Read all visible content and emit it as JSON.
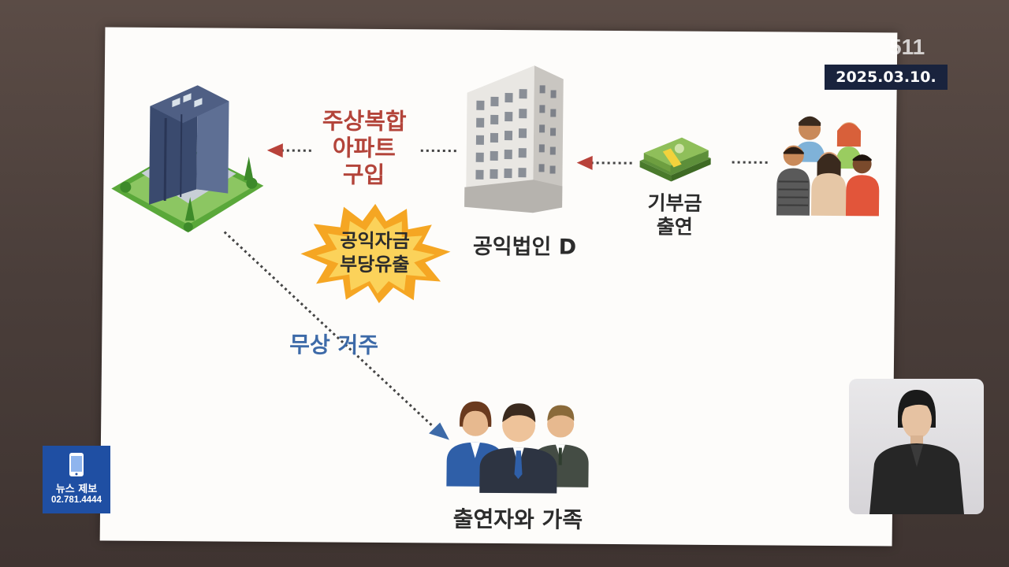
{
  "broadcast": {
    "date": "2025.03.10.",
    "channel_logo": "511",
    "news_tip": {
      "label": "뉴스 제보",
      "phone": "02.781.4444"
    }
  },
  "diagram": {
    "apartment_purchase": [
      "주상복합",
      "아파트",
      "구입"
    ],
    "corporation": "공익법인 D",
    "donation": [
      "기부금",
      "출연"
    ],
    "misuse_badge": [
      "공익자금",
      "부당유출"
    ],
    "free_residence": "무상 거주",
    "donors_family": "출연자와 가족"
  },
  "colors": {
    "red_label": "#b3443a",
    "blue_label": "#3d6aa8",
    "burst": "#f5a623",
    "date_badge": "#19233d",
    "tip_box": "#1f4fa3"
  }
}
